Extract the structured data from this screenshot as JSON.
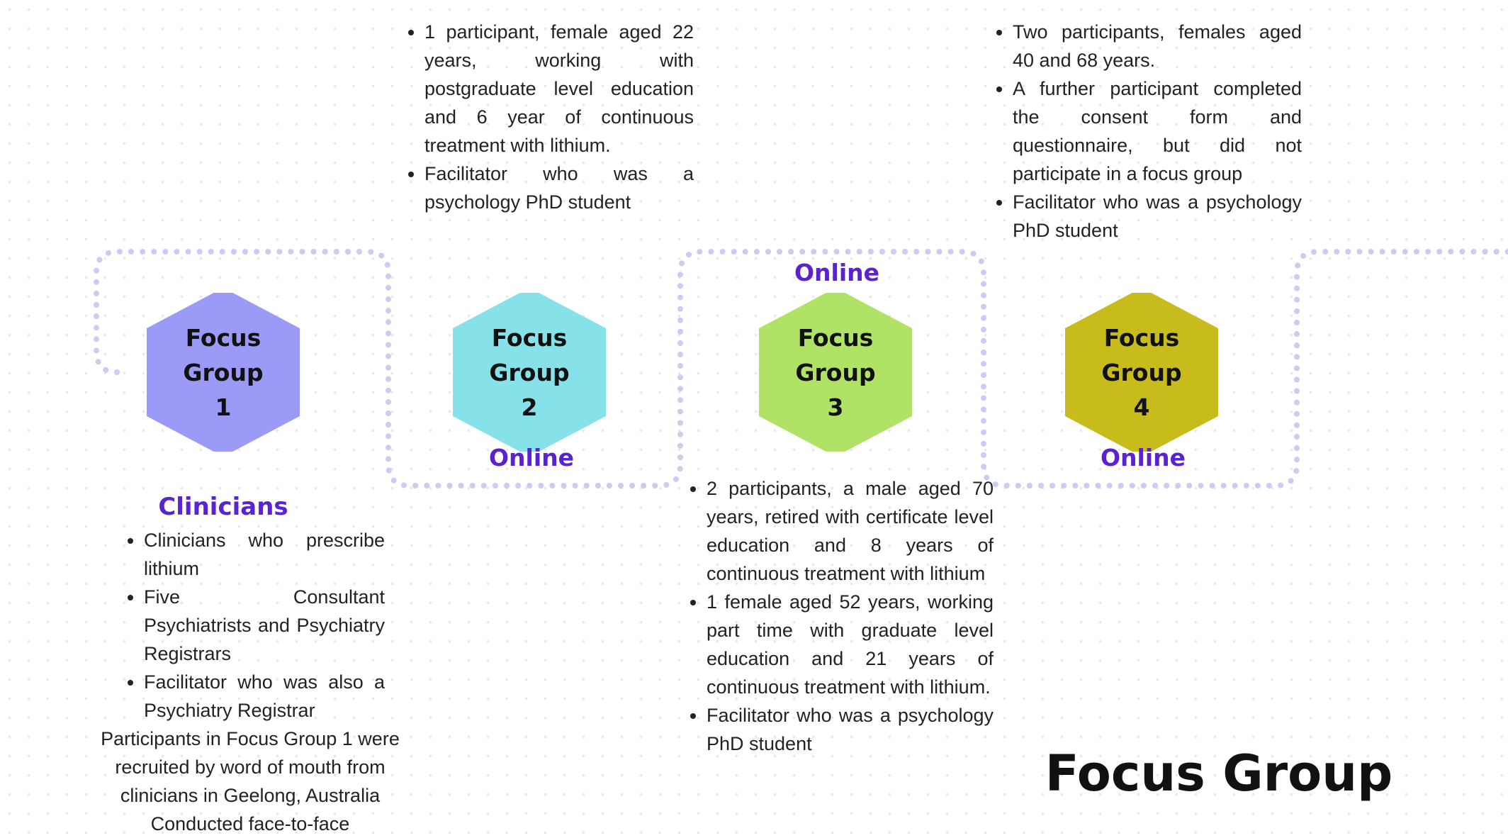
{
  "title": "Focus Group",
  "groups": [
    {
      "label_lines": [
        "Focus",
        "Group",
        "1"
      ],
      "color": "#9b9bf7",
      "mode_label": "",
      "heading": "Clinicians",
      "bullets": [
        "Clinicians who prescribe lithium",
        "Five Consultant Psychiatrists and Psychiatry Registrars",
        "Facilitator who was also a Psychiatry Registrar"
      ],
      "notes": [
        "Participants in Focus Group 1 were recruited by word of mouth from clinicians in Geelong, Australia",
        "Conducted face-to-face"
      ]
    },
    {
      "label_lines": [
        "Focus",
        "Group",
        "2"
      ],
      "color": "#86e1e8",
      "mode_label": "Online",
      "bullets": [
        "1 participant, female aged 22 years, working with postgraduate level education and 6 year of continuous treatment with lithium.",
        "Facilitator who was a psychology PhD student"
      ]
    },
    {
      "label_lines": [
        "Focus",
        "Group",
        "3"
      ],
      "color": "#b0e365",
      "mode_label": "Online",
      "bullets": [
        "2 participants, a male aged 70 years, retired with certificate level education and 8 years of continuous treatment with lithium",
        " 1 female aged 52 years, working part time with graduate level education and 21 years of continuous treatment with lithium.",
        "Facilitator who was a psychology PhD student"
      ]
    },
    {
      "label_lines": [
        "Focus",
        "Group",
        "4"
      ],
      "color": "#c8bb1c",
      "mode_label": "Online",
      "bullets": [
        "Two participants, females aged 40 and 68 years.",
        "A further participant completed the consent form and questionnaire, but did not participate in a focus group",
        "Facilitator who was a psychology PhD student"
      ]
    }
  ],
  "colors": {
    "accent": "#5a22d0",
    "connector": "#c9cdf2"
  }
}
